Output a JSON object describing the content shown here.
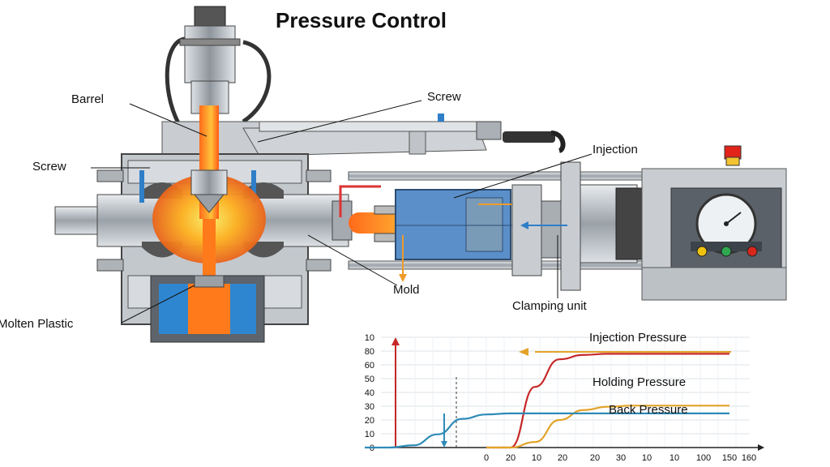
{
  "title": "Pressure Control",
  "labels": {
    "barrel": "Barrel",
    "screw_top": "Screw",
    "screw_left": "Screw",
    "injection": "Injection",
    "mold": "Mold",
    "clamping_unit": "Clamping unit",
    "molten_plastic": "Molten Plastic"
  },
  "colors": {
    "steel": "#b9bec4",
    "steel_dark": "#6f767d",
    "molten": "#ff8c1a",
    "cooling": "#2f7fc8",
    "injection_curve": "#c62828",
    "holding_curve": "#e3a329",
    "back_curve": "#2e8bb8"
  },
  "chart_data": {
    "type": "line",
    "title": "",
    "xlabel": "",
    "ylabel": "",
    "y_ticks": [
      "10",
      "80",
      "60",
      "50",
      "40",
      "30",
      "20",
      "10",
      "0"
    ],
    "x_ticks": [
      "0",
      "20",
      "10",
      "20",
      "20",
      "30",
      "10",
      "10",
      "100",
      "150",
      "160"
    ],
    "series": [
      {
        "name": "Injection Pressure",
        "color": "#c62828",
        "x": [
          0,
          1,
          2,
          3,
          4,
          5,
          6,
          7,
          8,
          9,
          10
        ],
        "y": [
          0,
          0,
          55,
          80,
          84,
          85,
          85,
          85,
          85,
          85,
          85
        ]
      },
      {
        "name": "Holding Pressure",
        "color": "#e3a329",
        "x": [
          0,
          1,
          2,
          3,
          4,
          5,
          6,
          7,
          8,
          9,
          10
        ],
        "y": [
          0,
          0,
          5,
          25,
          34,
          37,
          38,
          38,
          38,
          38,
          38
        ]
      },
      {
        "name": "Back Pressure",
        "color": "#2e8bb8",
        "x": [
          -5,
          -4,
          -3,
          -2,
          -1,
          0,
          1,
          2,
          3,
          4,
          5,
          6,
          7,
          8,
          9,
          10
        ],
        "y": [
          0,
          0,
          2,
          12,
          26,
          30,
          31,
          31,
          31,
          31,
          31,
          31,
          31,
          31,
          31,
          31
        ]
      }
    ],
    "grid": true
  }
}
